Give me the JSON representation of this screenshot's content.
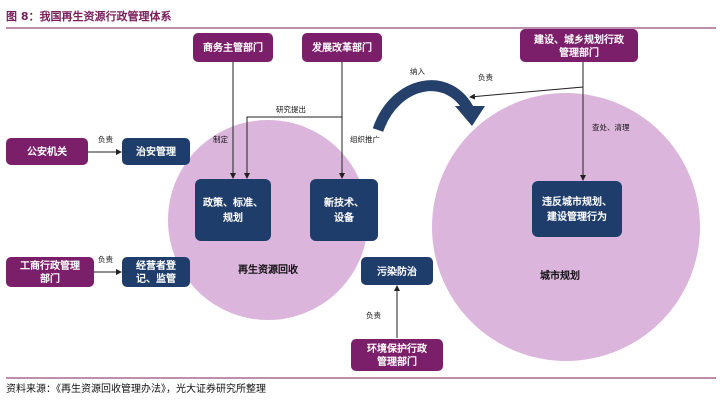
{
  "title": "图 8：我国再生资源行政管理体系",
  "source": "资料来源：《再生资源回收管理办法》，光大证券研究所整理",
  "colors": {
    "purple": "#7b1f6a",
    "navy": "#1f3d6b",
    "circle": "#dbb5dc",
    "title": "#7a1f5c",
    "arrow": "#24406b"
  },
  "circles": {
    "recycling": "再生资源回收",
    "urban": "城市规划"
  },
  "boxes": {
    "commerce": [
      "商务主管部门"
    ],
    "ndrc": [
      "发展改革部门"
    ],
    "construction": [
      "建设、城乡规划行政",
      "管理部门"
    ],
    "police": [
      "公安机关"
    ],
    "security": [
      "治安管理"
    ],
    "policy": [
      "政策、标准、",
      "规划"
    ],
    "tech": [
      "新技术、",
      "设备"
    ],
    "violation": [
      "违反城市规划、",
      "建设管理行为"
    ],
    "industry": [
      "工商行政管理",
      "部门"
    ],
    "operator": [
      "经营者登",
      "记、监管"
    ],
    "pollution": [
      "污染防治"
    ],
    "environment": [
      "环境保护行政",
      "管理部门"
    ]
  },
  "labels": {
    "police_resp": "负责",
    "zhiding": "制定",
    "yanjiu": "研究提出",
    "zuzhi": "组织推广",
    "naru": "纳入",
    "construction_resp": "负责",
    "chachu": "查处、清理",
    "industry_resp": "负责",
    "environment_resp": "负责"
  }
}
